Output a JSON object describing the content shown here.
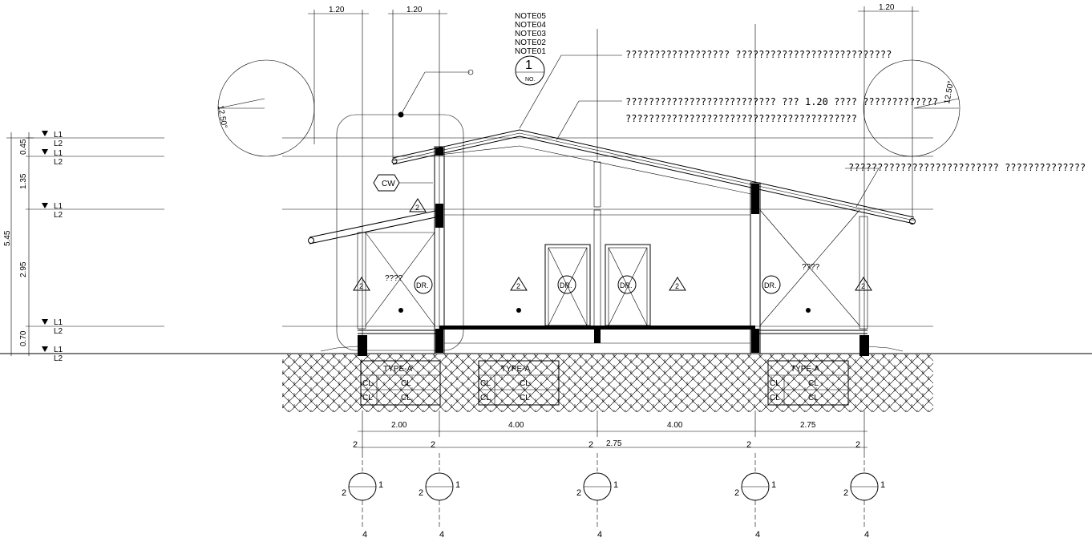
{
  "notes": {
    "stack": [
      "NOTE05",
      "NOTE04",
      "NOTE03",
      "NOTE02",
      "NOTE01"
    ],
    "callout_number": "1",
    "callout_sub": "NO."
  },
  "annotations": [
    "?????????????????? ???????????????????????????",
    "?????????????????????????? ??? 1.20 ???? ?????????????",
    "????????????????????????????????????????",
    "?????????????????????????? ??????????????"
  ],
  "tags": {
    "cw": "CW",
    "dr": "DR.",
    "room": "????",
    "type_a": "TYPE-A",
    "cl": "CL"
  },
  "top_dims": [
    "1.20",
    "1.20",
    "1.20"
  ],
  "slope": "12.50°",
  "levels": {
    "l1": "L1",
    "l2": "L2",
    "left_dims": [
      "0.45",
      "1.35",
      "2.95",
      "0.70"
    ],
    "overall": "5.45"
  },
  "bottom_dims": {
    "spans": [
      "2.00",
      "4.00",
      "4.00",
      "2.75"
    ],
    "overall": "2.75"
  },
  "grid": {
    "top": "2",
    "bottom": "4",
    "left": "2",
    "right": "1"
  }
}
